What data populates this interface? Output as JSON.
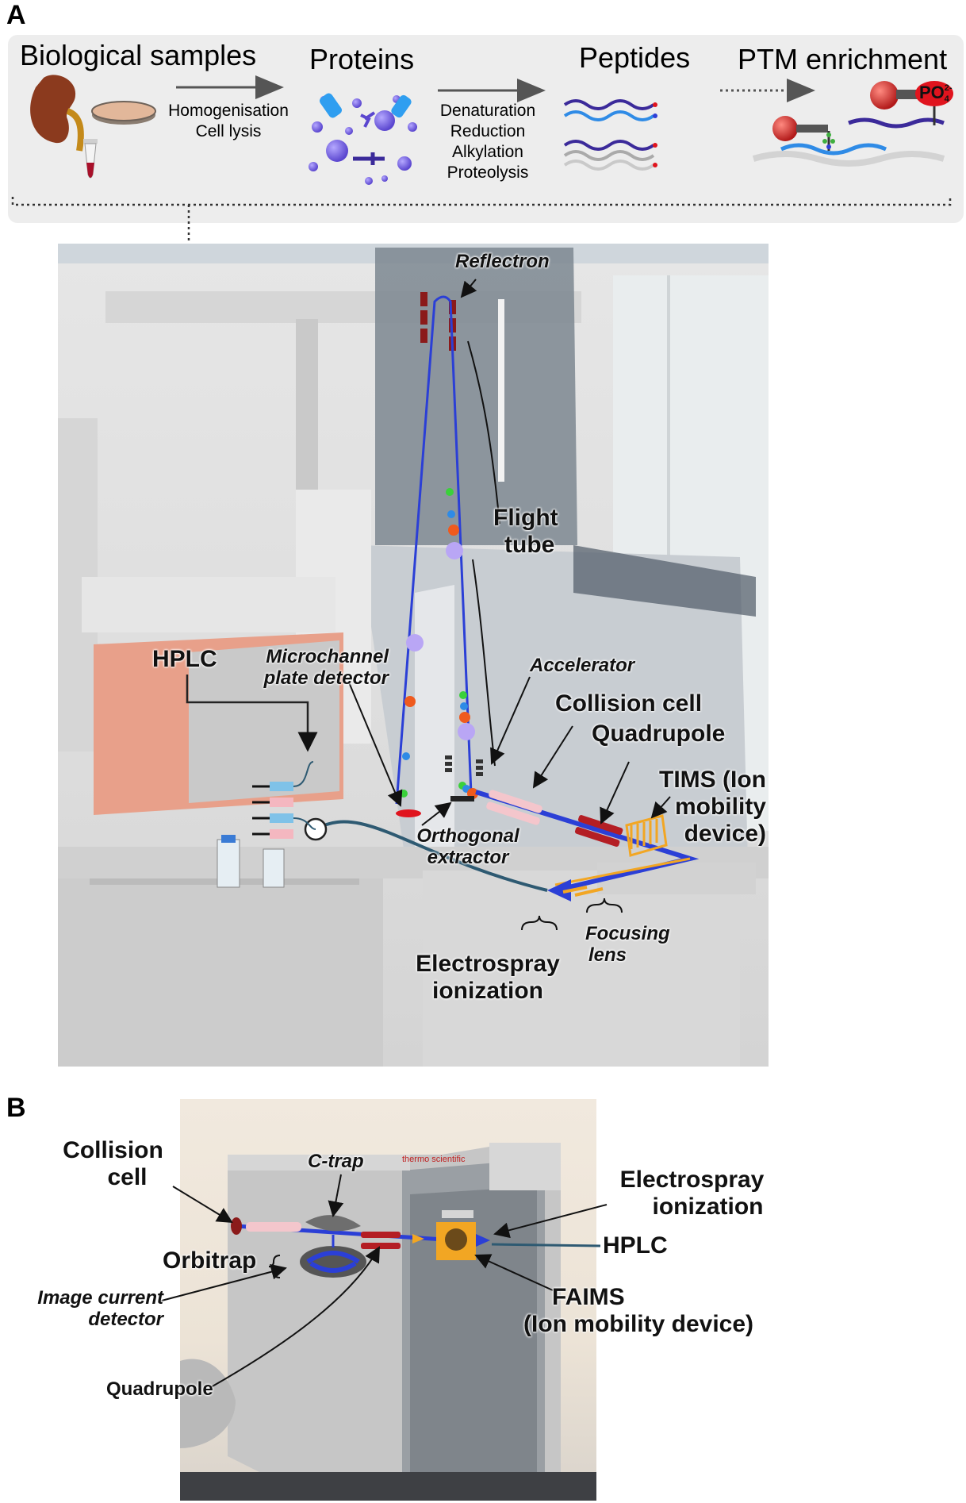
{
  "panels": {
    "a": "A",
    "b": "B"
  },
  "workflow": {
    "steps": {
      "biological_samples": "Biological samples",
      "proteins": "Proteins",
      "peptides": "Peptides",
      "ptm_enrichment": "PTM enrichment"
    },
    "transitions": {
      "homogenisation": [
        "Homogenisation",
        "Cell lysis"
      ],
      "processing": [
        "Denaturation",
        "Reduction",
        "Alkylation",
        "Proteolysis"
      ]
    },
    "phosphate_label": "PO",
    "phosphate_sup": "2-",
    "phosphate_sub": "4"
  },
  "panel_a": {
    "reflectron": "Reflectron",
    "flight_tube": [
      "Flight",
      "tube"
    ],
    "hplc": "HPLC",
    "microchannel": [
      "Microchannel",
      "plate detector"
    ],
    "accelerator": "Accelerator",
    "collision_cell": "Collision cell",
    "quadrupole": "Quadrupole",
    "tims": [
      "TIMS (Ion",
      "mobility",
      "device)"
    ],
    "orthogonal": [
      "Orthogonal",
      "extractor"
    ],
    "focusing": [
      "Focusing",
      "lens"
    ],
    "electrospray": [
      "Electrospray",
      "ionization"
    ]
  },
  "panel_b": {
    "collision_cell": [
      "Collision",
      "cell"
    ],
    "c_trap": "C-trap",
    "orbitrap": "Orbitrap",
    "image_current": [
      "Image current",
      "detector"
    ],
    "quadrupole": "Quadrupole",
    "electrospray": [
      "Electrospray",
      "ionization"
    ],
    "hplc": "HPLC",
    "faims": [
      "FAIMS",
      "(Ion mobility device)"
    ],
    "brand": "thermo scientific"
  },
  "colors": {
    "ion_path": "#2b3fd6",
    "peptide_dark": "#3b2a9a",
    "peptide_light": "#2f8be6",
    "protein": "#6b5fe0",
    "electrode": "#b41e24",
    "collision": "#f4c6cc",
    "tims_orange": "#f2a623",
    "kidney": "#8b3a1e",
    "phosphate": "#e0141e"
  }
}
